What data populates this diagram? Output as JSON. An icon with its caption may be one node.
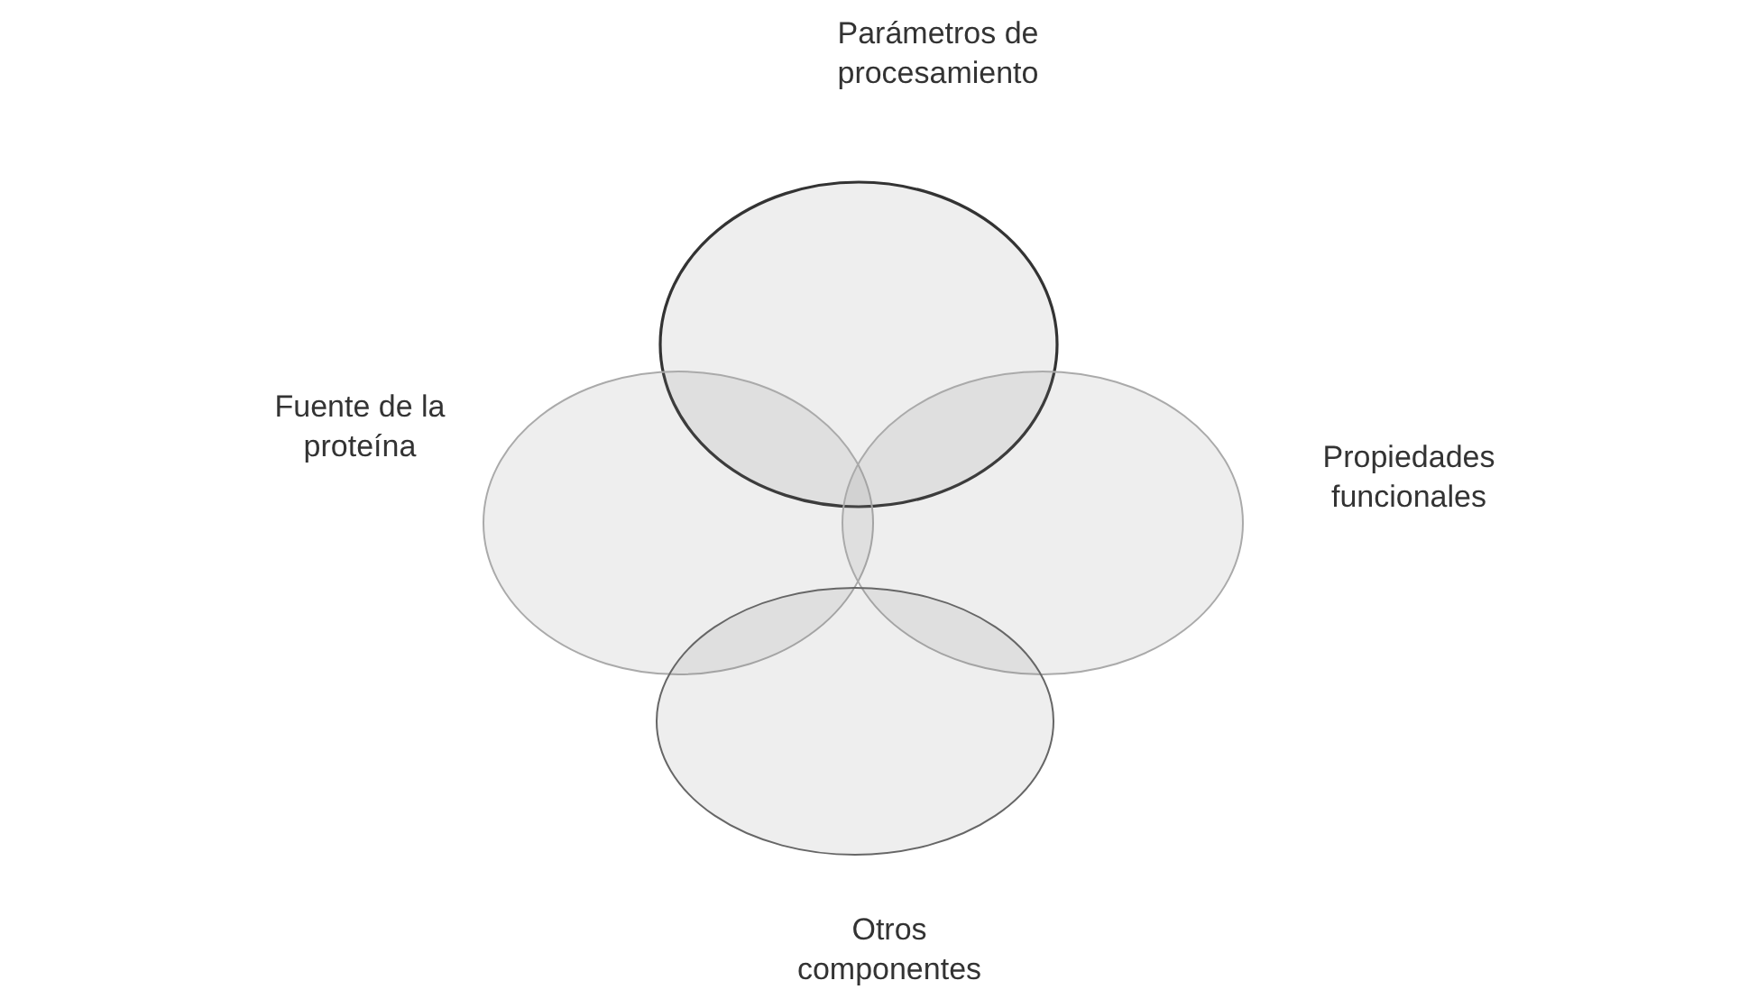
{
  "diagram": {
    "nodes": [
      {
        "text": [
          "Parámetros de procesamiento"
        ]
      },
      {
        "text": [
          "Fuente de la proteína"
        ]
      },
      {
        "text": [
          "Propiedades funcionales"
        ]
      },
      {
        "text": [
          "Otros componentes"
        ]
      }
    ]
  }
}
